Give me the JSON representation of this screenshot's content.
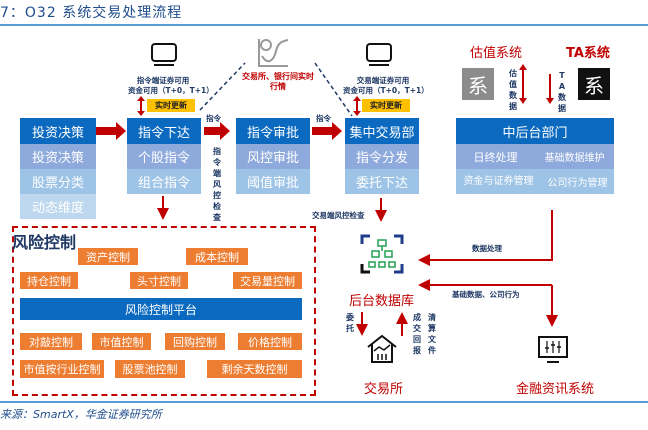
{
  "header": {
    "title": "7：O32 系统交易处理流程"
  },
  "footer": {
    "source": "来源：SmartX，华金证券研究所"
  },
  "flow": {
    "investment": {
      "header": "投资决策",
      "items": [
        "投资决策",
        "股票分类",
        "动态维度"
      ]
    },
    "order_issue": {
      "header": "指令下达",
      "items": [
        "个股指令",
        "组合指令"
      ]
    },
    "order_approval": {
      "header": "指令审批",
      "items": [
        "风控审批",
        "阈值审批"
      ]
    },
    "central_trading": {
      "header": "集中交易部",
      "items": [
        "指令分发",
        "委托下达"
      ]
    },
    "back_office": {
      "header": "中后台部门",
      "items": [
        "日终处理",
        "基础数据维护",
        "资金与证券管理",
        "公司行为管理"
      ]
    }
  },
  "arrows": {
    "order_label_1": "指令",
    "order_label_2": "指令",
    "order_risk_check": "指令端风控检查",
    "trade_risk_check": "交易端风控检查",
    "data_processing": "数据处理",
    "base_data": "基础数据、公司行为",
    "entrust": "委托",
    "deal_report": "成交回报",
    "clearing_file": "清算文件",
    "valuation_data": "估值数据",
    "ta_data": "TA数据"
  },
  "notes": {
    "order_side_line1": "指令端证券可用",
    "order_side_line2": "资金可用（T+0，T+1）",
    "trade_side_line1": "交易端证券可用",
    "trade_side_line2": "资金可用（T+0，T+1）",
    "realtime_update_1": "实时更新",
    "realtime_update_2": "实时更新",
    "market_quote_line1": "交易所、银行间实时",
    "market_quote_line2": "行情"
  },
  "systems": {
    "valuation": "估值系统",
    "ta": "TA系统",
    "system_glyph": "系",
    "backend_db": "后台数据库",
    "exchange": "交易所",
    "fin_info": "金融资讯系统"
  },
  "risk": {
    "title": "风险控制",
    "platform": "风险控制平台",
    "row1": [
      "资产控制",
      "成本控制"
    ],
    "row2": [
      "持仓控制",
      "头寸控制",
      "交易量控制"
    ],
    "row3": [
      "对敲控制",
      "市值控制",
      "回购控制",
      "价格控制"
    ],
    "row4": [
      "市值按行业控制",
      "股票池控制",
      "剩余天数控制"
    ]
  },
  "colors": {
    "primary_blue": "#0b6abf",
    "accent_red": "#c00000",
    "orange": "#ed7d31",
    "yellow": "#ffc000"
  }
}
